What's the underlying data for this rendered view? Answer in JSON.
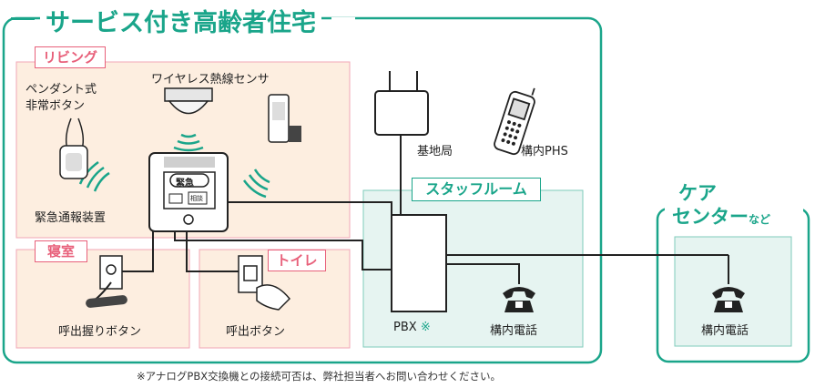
{
  "title": "サービス付き高齢者住宅",
  "rooms": {
    "living": "リビング",
    "bedroom": "寝室",
    "toilet": "トイレ",
    "staff_room": "スタッフルーム"
  },
  "care_center": {
    "line1": "ケア",
    "line2": "センター",
    "suffix": "など"
  },
  "devices": {
    "pendant_line1": "ペンダント式",
    "pendant_line2": "非常ボタン",
    "wireless_sensor": "ワイヤレス熱線センサ",
    "emergency_unit": "緊急通報装置",
    "unit_button": "緊急",
    "unit_small_button": "相談",
    "grip_button": "呼出握りボタン",
    "call_button": "呼出ボタン",
    "base_station": "基地局",
    "phs": "構内PHS",
    "pbx": "PBX",
    "pbx_mark": "※",
    "staff_phone": "構内電話",
    "center_phone": "構内電話"
  },
  "footnote": "※アナログPBX交換機との接続可否は、弊社担当者へお問い合わせください。",
  "colors": {
    "teal": "#1aa58a",
    "pink": "#e8607a",
    "living_bg": "#fdeee0",
    "staff_bg": "#e6f4f1"
  }
}
